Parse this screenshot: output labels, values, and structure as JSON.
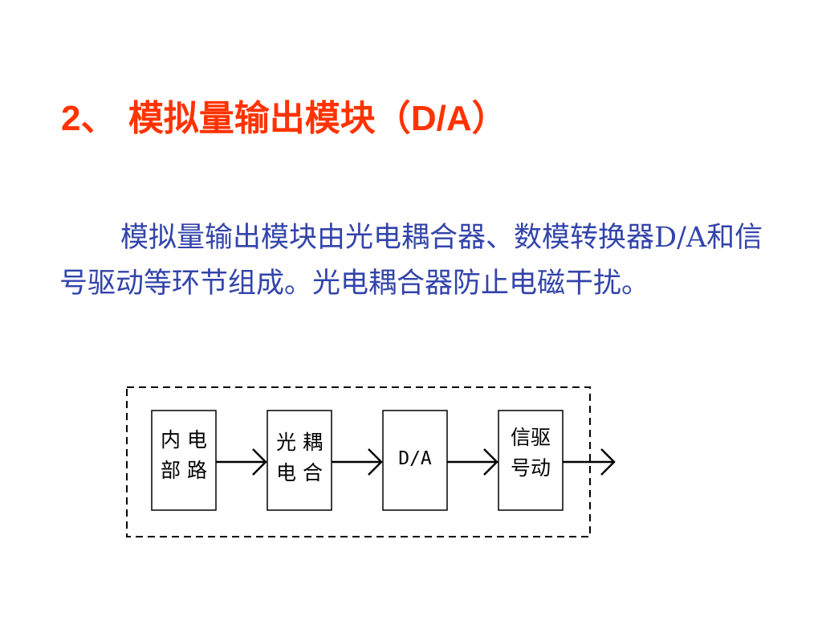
{
  "title": {
    "number": "2、",
    "text": "模拟量输出模块（",
    "latin": "D/A",
    "close": "）"
  },
  "body": {
    "paragraph": "模拟量输出模块由光电耦合器、数模转换器D/A和信号驱动等环节组成。光电耦合器防止电磁干扰。"
  },
  "diagram": {
    "blocks": [
      {
        "id": "internal-circuit",
        "lines": [
          "内 电",
          "部 路"
        ]
      },
      {
        "id": "optocoupler",
        "lines": [
          "光 耦",
          "电 合"
        ]
      },
      {
        "id": "dac",
        "lines": [
          "D/A"
        ]
      },
      {
        "id": "signal-driver",
        "lines": [
          "信驱",
          "号动"
        ]
      }
    ],
    "connections": [
      {
        "from": "internal-circuit",
        "to": "optocoupler"
      },
      {
        "from": "optocoupler",
        "to": "dac"
      },
      {
        "from": "dac",
        "to": "signal-driver"
      },
      {
        "from": "signal-driver",
        "to": "output"
      }
    ],
    "colors": {
      "title": "#ff3300",
      "body": "#3344aa",
      "lines": "#000000"
    }
  }
}
